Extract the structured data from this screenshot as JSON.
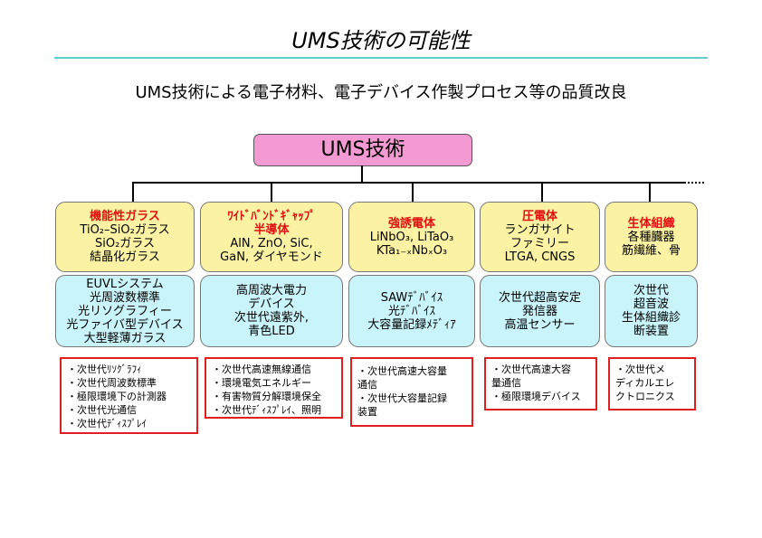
{
  "title": "UMS技術の可能性",
  "subtitle": "UMS技術による電子材料、電子デバイス作製プロセス等の品質改良",
  "root": "UMS技術",
  "columns": [
    {
      "category": "機能性ガラス",
      "materials": [
        "TiO₂–SiO₂ガラス",
        "SiO₂ガラス",
        "結晶化ガラス"
      ],
      "applications": [
        "EUVLシステム",
        "光周波数標準",
        "光リソグラフィー",
        "光ファイバ型デバイス",
        "大型軽薄ガラス"
      ],
      "future": [
        "・次世代ﾘｿｸﾞﾗﾌｨ",
        "・次世代周波数標準",
        "・極限環境下の計測器",
        "・次世代光通信",
        "・次世代ﾃﾞｨｽﾌﾟﾚｲ"
      ]
    },
    {
      "category_a": "ﾜｲﾄﾞﾊﾞﾝﾄﾞｷﾞｬｯﾌﾟ",
      "category_b": "半導体",
      "materials": [
        "AlN, ZnO, SiC,",
        "GaN, ダイヤモンド"
      ],
      "applications": [
        "高周波大電力",
        "デバイス",
        "次世代遠紫外,",
        "青色LED"
      ],
      "future": [
        "・次世代高速無線通信",
        "・環境電気エネルギー",
        "・有害物質分解環境保全",
        "・次世代ﾃﾞｨｽﾌﾟﾚｲ、照明"
      ]
    },
    {
      "category": "強誘電体",
      "materials": [
        "LiNbO₃, LiTaO₃",
        "KTa₁₋ₓNbₓO₃"
      ],
      "applications": [
        "SAWﾃﾞﾊﾞｲｽ",
        "光ﾃﾞﾊﾞｲｽ",
        "大容量記録ﾒﾃﾞｨｱ"
      ],
      "future": [
        "・次世代高速大容量",
        "通信",
        "・次世代大容量記録",
        "装置"
      ]
    },
    {
      "category": "圧電体",
      "materials": [
        "ランガサイト",
        "ファミリー",
        "LTGA, CNGS"
      ],
      "applications": [
        "次世代超高安定",
        "発信器",
        "高温センサー"
      ],
      "future": [
        "・次世代高速大容",
        "量通信",
        "・極限環境デバイス"
      ]
    },
    {
      "category": "生体組織",
      "materials": [
        "各種臓器",
        "筋繊維、骨"
      ],
      "applications": [
        "次世代",
        "超音波",
        "生体組織診",
        "断装置"
      ],
      "future": [
        "・次世代メ",
        "ディカルエレ",
        "クトロニクス"
      ]
    }
  ]
}
